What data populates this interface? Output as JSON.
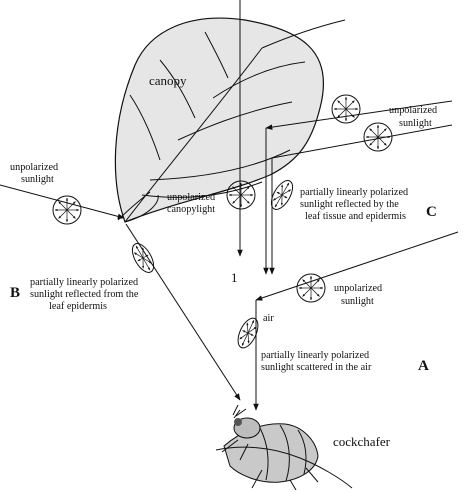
{
  "labels": {
    "canopy": "canopy",
    "unpolarized_left": [
      "unpolarized",
      "sunlight"
    ],
    "unpolarized_right": [
      "unpolarized",
      "sunlight"
    ],
    "unpolarized_bottom": [
      "unpolarized",
      "sunlight"
    ],
    "canopylight": [
      "unpolarized",
      "canopylight"
    ],
    "c_desc": [
      "partially linearly polarized",
      "sunlight reflected by the",
      "leaf tissue and epidermis"
    ],
    "b_desc": [
      "partially linearly polarized",
      "sunlight reflected from the",
      "leaf epidermis"
    ],
    "a_desc": [
      "partially linearly polarized",
      "sunlight scattered in the air"
    ],
    "air": "air",
    "one": "1",
    "cockchafer": "cockchafer",
    "A": "A",
    "B": "B",
    "C": "C"
  },
  "colors": {
    "leaf_fill": "#e6e6e6",
    "ink": "#111111"
  },
  "icons": [
    "unpolarized-light-symbol",
    "polarized-light-symbol",
    "cockchafer-beetle",
    "leaf-canopy"
  ]
}
